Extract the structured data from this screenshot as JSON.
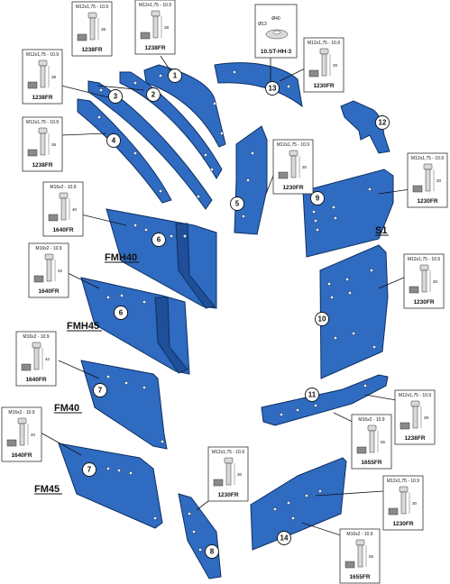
{
  "models": {
    "fmh40": "FMH40",
    "fmh45": "FMH45",
    "fm40": "FM40",
    "fm45": "FM45",
    "s1": "S1"
  },
  "washer": {
    "dia": "Ø40",
    "dia2": "Ø13",
    "code": "10.ST-HH-3"
  },
  "callouts": {
    "c1": "1",
    "c2": "2",
    "c3": "3",
    "c4": "4",
    "c5": "5",
    "c6a": "6",
    "c6b": "6",
    "c7a": "7",
    "c7b": "7",
    "c8": "8",
    "c9": "9",
    "c10": "10",
    "c11": "11",
    "c12": "12",
    "c13": "13",
    "c14": "14"
  },
  "bolts": {
    "b1": {
      "spec": "M12x1,75 - 10.9",
      "len": "38",
      "code": "1238FR"
    },
    "b2": {
      "spec": "M12x1,75 - 10.9",
      "len": "38",
      "code": "1238FR"
    },
    "b3": {
      "spec": "M12x1,75 - 10.9",
      "len": "38",
      "code": "1238FR"
    },
    "b4": {
      "spec": "M12x1,75 - 10.9",
      "len": "38",
      "code": "1238FR"
    },
    "b5": {
      "spec": "M12x1,75 - 10.9",
      "len": "30",
      "code": "1230FR"
    },
    "b6": {
      "spec": "M12x1,75 - 10.9",
      "len": "30",
      "code": "1230FR"
    },
    "b7": {
      "spec": "M12x1,75 - 10.9",
      "len": "30",
      "code": "1230FR"
    },
    "b8": {
      "spec": "M16x2 - 10.9",
      "len": "40",
      "code": "1640FR"
    },
    "b9": {
      "spec": "M16x2 - 10.9",
      "len": "40",
      "code": "1640FR"
    },
    "b10": {
      "spec": "M16x2 - 10.9",
      "len": "40",
      "code": "1640FR"
    },
    "b11": {
      "spec": "M16x2 - 10.9",
      "len": "40",
      "code": "1640FR"
    },
    "b12": {
      "spec": "M12x1,75 - 10.9",
      "len": "30",
      "code": "1230FR"
    },
    "b13": {
      "spec": "M12x1,75 - 10.9",
      "len": "38",
      "code": "1238FR"
    },
    "b14": {
      "spec": "M16x2 - 10.9",
      "len": "55",
      "code": "1655FR"
    },
    "b15": {
      "spec": "M12x1,75 - 10.9",
      "len": "30",
      "code": "1230FR"
    },
    "b16": {
      "spec": "M12x1,75 - 10.9",
      "len": "30",
      "code": "1230FR"
    },
    "b17": {
      "spec": "M16x2 - 10.9",
      "len": "55",
      "code": "1655FR"
    }
  }
}
